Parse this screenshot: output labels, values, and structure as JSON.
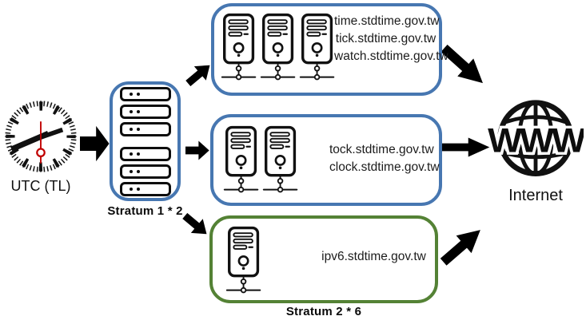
{
  "clock": {
    "label": "UTC (TL)"
  },
  "stratum1": {
    "label": "Stratum 1 * 2",
    "rack_units": 6
  },
  "stratum2": {
    "label": "Stratum 2 * 6"
  },
  "server_groups": [
    {
      "server_count": 3,
      "domains": [
        "time.stdtime.gov.tw",
        "tick.stdtime.gov.tw",
        "watch.stdtime.gov.tw"
      ],
      "border_color": "#4777B1"
    },
    {
      "server_count": 2,
      "domains": [
        "tock.stdtime.gov.tw",
        "clock.stdtime.gov.tw"
      ],
      "border_color": "#4777B1"
    },
    {
      "server_count": 1,
      "domains": [
        "ipv6.stdtime.gov.tw"
      ],
      "border_color": "#548235"
    }
  ],
  "internet": {
    "label": "Internet",
    "globe_text": "WWW"
  },
  "colors": {
    "arrow_fill": "#5B9BD5",
    "arrow_stroke": "#41719C",
    "blue_box_border": "#4777B1",
    "green_box_border": "#548235",
    "second_hand_red": "#C00000",
    "icon_ink": "#111111"
  }
}
